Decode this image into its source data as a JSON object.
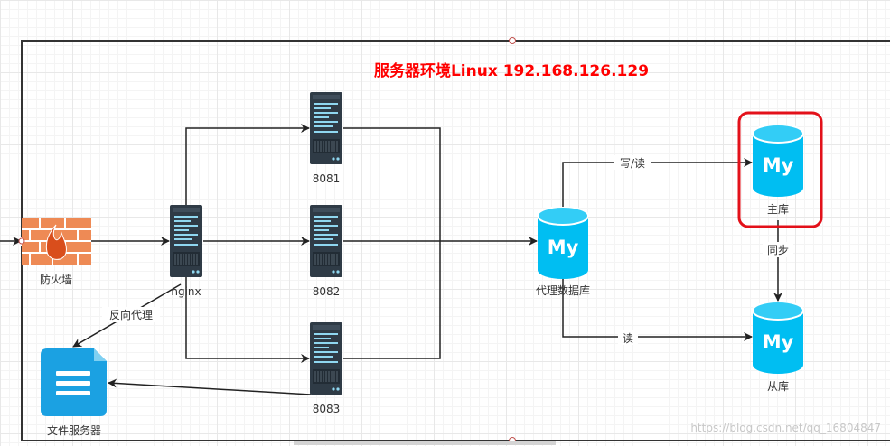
{
  "title": "服务器环境Linux 192.168.126.129",
  "nodes": {
    "firewall": "防火墙",
    "nginx": "nginx",
    "file_server": "文件服务器",
    "tomcat1": "8081",
    "tomcat2": "8082",
    "tomcat3": "8083",
    "proxy_db": "代理数据库",
    "master_db": "主库",
    "slave_db": "从库",
    "mysql_logo": "My"
  },
  "edges": {
    "reverse_proxy": "反向代理",
    "write_read": "写/读",
    "read": "读",
    "sync": "同步"
  },
  "colors": {
    "title": "#ff0000",
    "mysql": "#00bef2",
    "server": "#2f3b46",
    "firewall": "#ee8a55",
    "file_icon": "#1ba1e2",
    "highlight_border": "#e3111a"
  },
  "watermark": "https://blog.csdn.net/qq_16804847"
}
